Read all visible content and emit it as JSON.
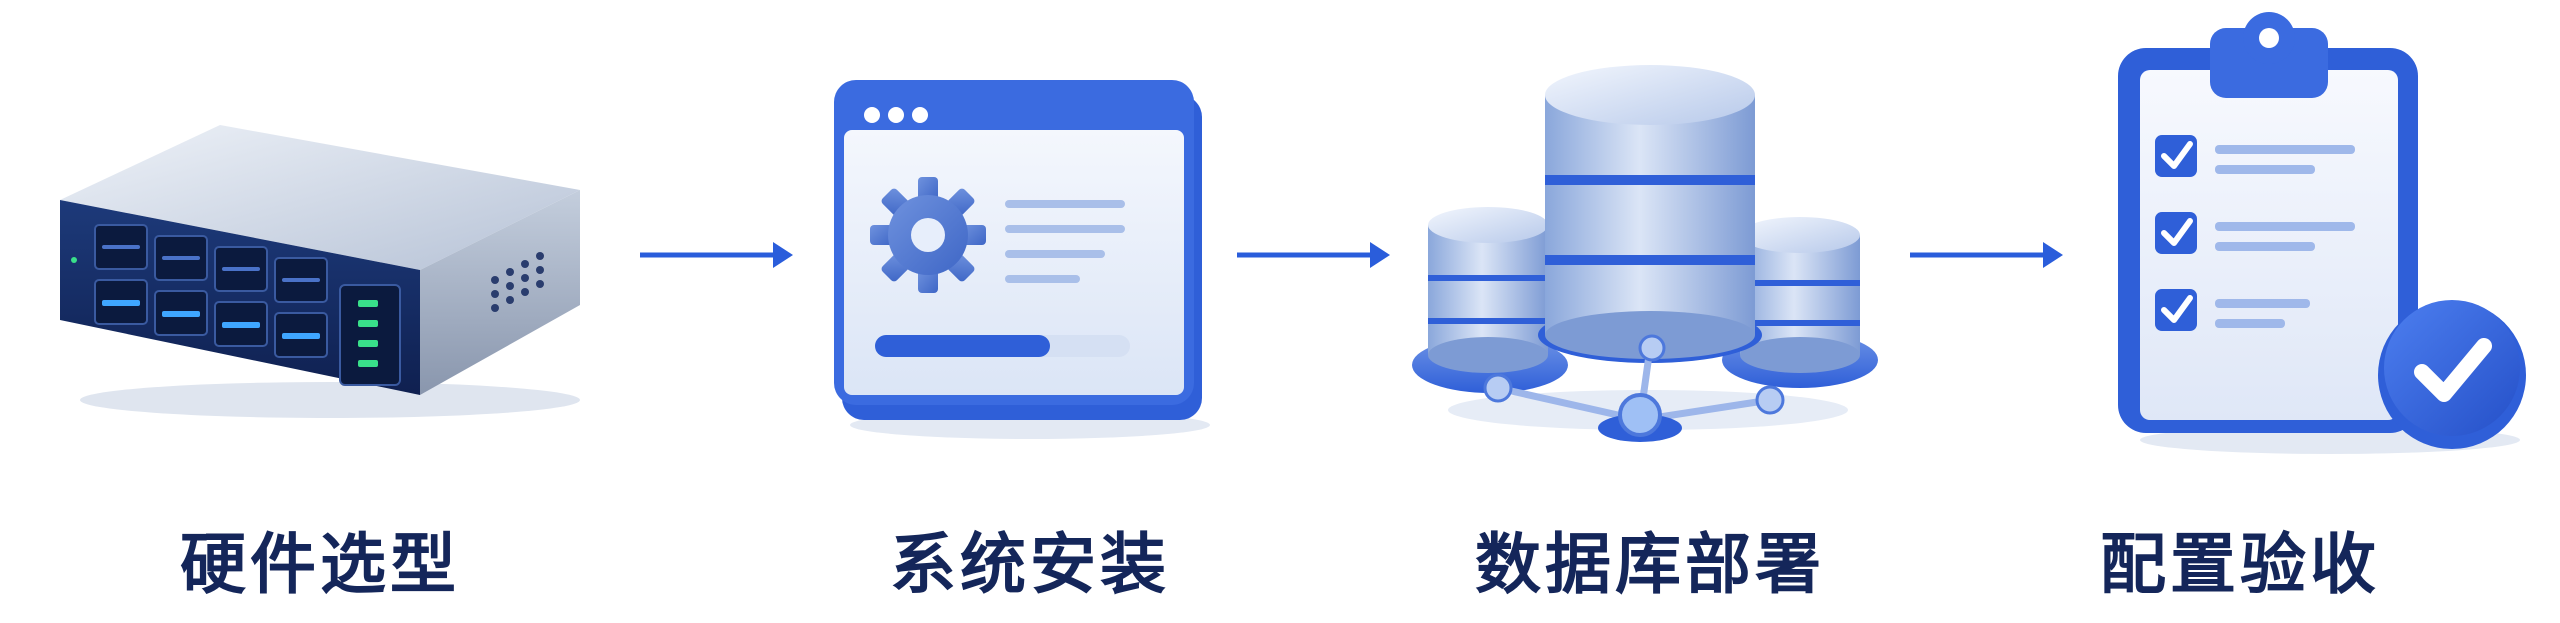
{
  "steps": [
    {
      "label": "硬件选型",
      "icon": "server-icon"
    },
    {
      "label": "系统安装",
      "icon": "window-settings-icon"
    },
    {
      "label": "数据库部署",
      "icon": "database-cluster-icon"
    },
    {
      "label": "配置验收",
      "icon": "checklist-clipboard-icon"
    }
  ],
  "colors": {
    "primary": "#2f5fd8",
    "light": "#b9cdf2",
    "silver": "#c7d3e6",
    "navy": "#14265a",
    "arrow": "#2a5ddb"
  }
}
